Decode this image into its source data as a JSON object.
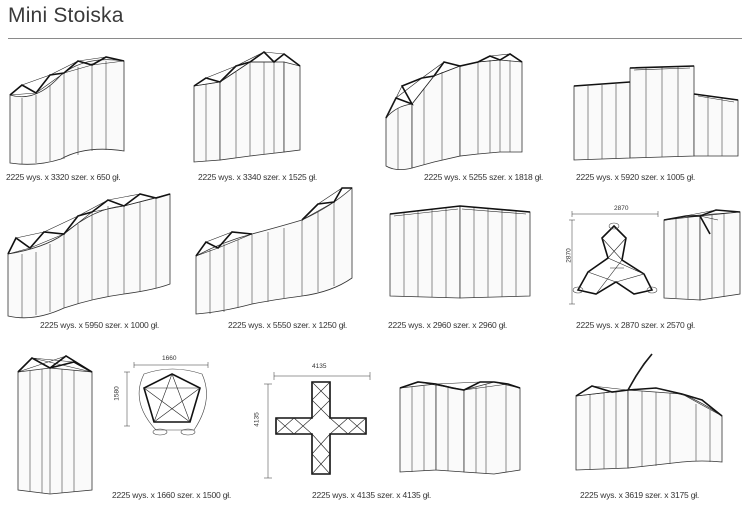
{
  "page": {
    "title": "Mini Stoiska"
  },
  "items": [
    {
      "caption": "2225 wys. x 3320 szer. x 650 gł."
    },
    {
      "caption": "2225 wys. x 3340 szer. x 1525 gł."
    },
    {
      "caption": "2225 wys. x 5255 szer. x 1818 gł."
    },
    {
      "caption": "2225 wys. x 5920 szer. x 1005 gł."
    },
    {
      "caption": "2225 wys. x 5950 szer. x 1000 gł."
    },
    {
      "caption": "2225 wys. x 5550 szer. x 1250 gł."
    },
    {
      "caption": "2225 wys. x 2960 szer. x 2960 gł."
    },
    {
      "caption": "2225 wys. x 2870 szer. x 2570 gł."
    },
    {
      "caption": "2225 wys. x 1660 szer. x 1500 gł."
    },
    {
      "caption": "2225 wys. x 4135 szer. x 4135 gł."
    },
    {
      "caption": "2225 wys. x 3619 szer. x 3175 gł."
    }
  ],
  "dimensions": {
    "d2870_w": "2870",
    "d2870_h": "2870",
    "d1660_w": "1660",
    "d1660_h": "1580",
    "d4135_w": "4135",
    "d4135_h": "4135"
  }
}
